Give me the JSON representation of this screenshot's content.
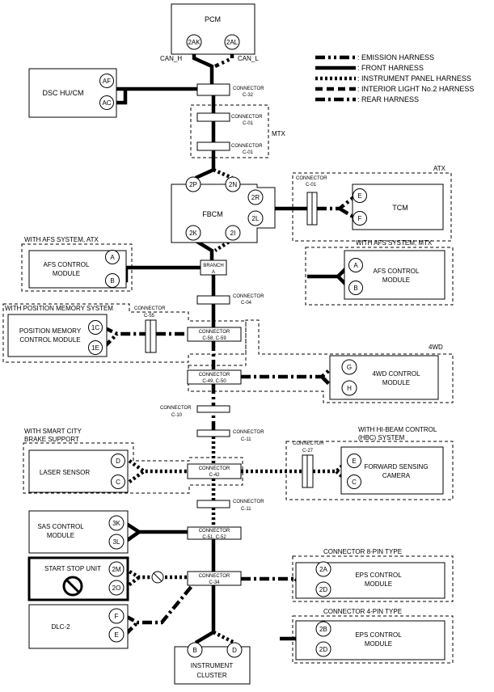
{
  "legend": [
    {
      "style": "emission",
      "label": ": EMISSION HARNESS"
    },
    {
      "style": "front",
      "label": ": FRONT HARNESS"
    },
    {
      "style": "instrument",
      "label": ": INSTRUMENT PANEL HARNESS"
    },
    {
      "style": "interior",
      "label": ": INTERIOR LIGHT No.2 HARNESS"
    },
    {
      "style": "rear",
      "label": ": REAR HARNESS"
    }
  ],
  "modules": {
    "pcm": "PCM",
    "dsc": "DSC HU/CM",
    "fbcm": "FBCM",
    "tcm": "TCM",
    "afs_atx": [
      "AFS CONTROL",
      "MODULE"
    ],
    "afs_mtx": [
      "AFS CONTROL",
      "MODULE"
    ],
    "position_memory": [
      "POSITION MEMORY",
      "CONTROL MODULE"
    ],
    "fourwd": [
      "4WD CONTROL",
      "MODULE"
    ],
    "laser": "LASER SENSOR",
    "forward_camera": [
      "FORWARD SENSING",
      "CAMERA"
    ],
    "sas": [
      "SAS CONTROL",
      "MODULE"
    ],
    "start_stop": "START STOP UNIT",
    "eps8": [
      "EPS CONTROL",
      "MODULE"
    ],
    "dlc": "DLC-2",
    "eps4": [
      "EPS CONTROL",
      "MODULE"
    ],
    "cluster": [
      "INSTRUMENT",
      "CLUSTER"
    ]
  },
  "pins": {
    "pcm_h": "2AK",
    "pcm_l": "2AL",
    "dsc_h": "AF",
    "dsc_l": "AC",
    "fbcm_2p": "2P",
    "fbcm_2n": "2N",
    "fbcm_2r": "2R",
    "fbcm_2l": "2L",
    "fbcm_2k": "2K",
    "fbcm_2i": "2I",
    "tcm_e": "E",
    "tcm_f": "F",
    "afs_atx_a": "A",
    "afs_atx_b": "B",
    "afs_mtx_a": "A",
    "afs_mtx_b": "B",
    "pm_1c": "1C",
    "pm_1e": "1E",
    "fwd_g": "G",
    "fwd_h": "H",
    "laser_d": "D",
    "laser_c": "C",
    "cam_e": "E",
    "cam_c": "C",
    "sas_3k": "3K",
    "sas_3l": "3L",
    "ss_2m": "2M",
    "ss_2o": "2O",
    "eps8_2a": "2A",
    "eps8_2d": "2D",
    "dlc_f": "F",
    "dlc_e": "E",
    "eps4_2b": "2B",
    "eps4_2d": "2D",
    "ic_b": "B",
    "ic_d": "D"
  },
  "signals": {
    "can_h": "CAN_H",
    "can_l": "CAN_L"
  },
  "connectors": {
    "c32": [
      "CONNECTOR",
      "C-32"
    ],
    "c01a": [
      "CONNECTOR",
      "C-01"
    ],
    "c01b": [
      "CONNECTOR",
      "C-01"
    ],
    "c01_atx": [
      "CONNECTOR",
      "C-01"
    ],
    "branch": [
      "BRANCH",
      "A"
    ],
    "c04": [
      "CONNECTOR",
      "C-04"
    ],
    "c55": [
      "CONNECTOR",
      "C-55"
    ],
    "c58": [
      "CONNECTOR",
      "C-58, C-59"
    ],
    "c49": [
      "CONNECTOR",
      "C-49, C-50"
    ],
    "c10": [
      "CONNECTOR",
      "C-10"
    ],
    "c11a": [
      "CONNECTOR",
      "C-11"
    ],
    "c27": [
      "CONNECTOR",
      "C-27"
    ],
    "c42": [
      "CONNECTOR",
      "C-42"
    ],
    "c11b": [
      "CONNECTOR",
      "C-11"
    ],
    "c51": [
      "CONNECTOR",
      "C-51, C-52"
    ],
    "c34": [
      "CONNECTOR",
      "C-34"
    ]
  },
  "groups": {
    "mtx": "MTX",
    "atx": "ATX",
    "afs_atx": "WITH AFS SYSTEM, ATX",
    "afs_mtx": "WITH AFS SYSTEM, MTX",
    "position_memory": "WITH POSITION MEMORY SYSTEM",
    "fourwd": "4WD",
    "scbs": [
      "WITH SMART CITY",
      "BRAKE SUPPORT"
    ],
    "hbc": [
      "WITH HI-BEAM CONTROL",
      "(HBC) SYSTEM"
    ],
    "eps8": "CONNECTOR 8-PIN TYPE",
    "eps4": "CONNECTOR 4-PIN TYPE"
  }
}
